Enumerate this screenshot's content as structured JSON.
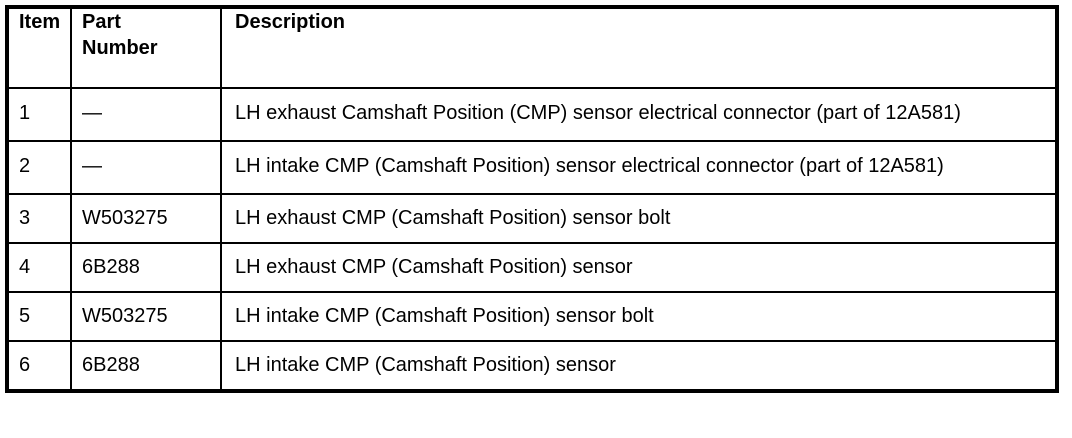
{
  "table": {
    "columns": [
      {
        "key": "item",
        "label": "Item"
      },
      {
        "key": "part_number",
        "label": "Part\nNumber",
        "label_line1": "Part",
        "label_line2": "Number"
      },
      {
        "key": "description",
        "label": "Description"
      }
    ],
    "rows": [
      {
        "item": "1",
        "part_number": "—",
        "description": "LH exhaust Camshaft Position (CMP) sensor electrical connector (part of 12A581)"
      },
      {
        "item": "2",
        "part_number": "—",
        "description": "LH intake CMP (Camshaft Position) sensor electrical connector (part of 12A581)"
      },
      {
        "item": "3",
        "part_number": "W503275",
        "description": "LH exhaust CMP (Camshaft Position) sensor bolt"
      },
      {
        "item": "4",
        "part_number": "6B288",
        "description": "LH exhaust CMP (Camshaft Position) sensor"
      },
      {
        "item": "5",
        "part_number": "W503275",
        "description": "LH intake CMP (Camshaft Position) sensor bolt"
      },
      {
        "item": "6",
        "part_number": "6B288",
        "description": "LH intake CMP (Camshaft Position) sensor"
      }
    ]
  },
  "colors": {
    "border": "#000000",
    "text": "#000000",
    "background": "#ffffff"
  }
}
